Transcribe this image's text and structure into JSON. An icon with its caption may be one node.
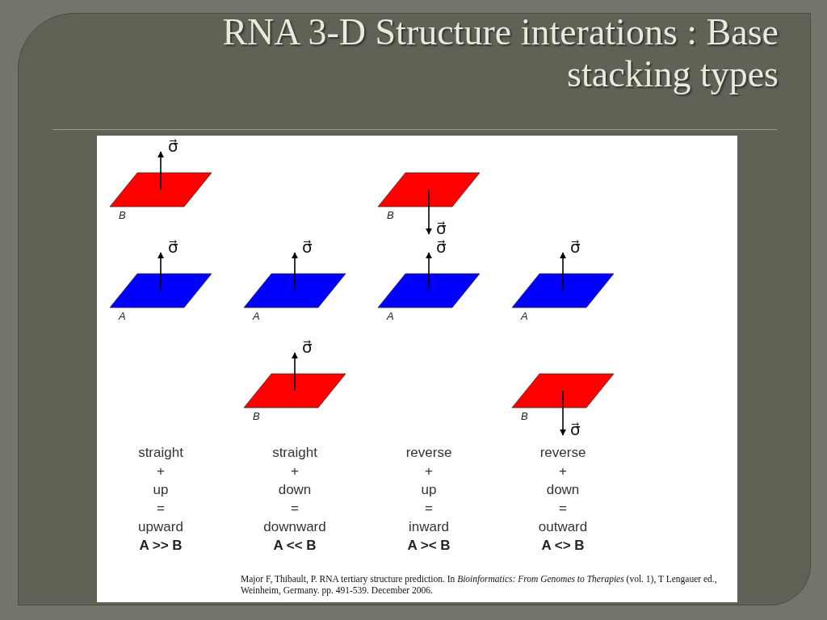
{
  "diagram": {
    "title": "RNA 3-D Structure interations : Base stacking types",
    "nodes": [
      {
        "text": [],
        "shape": "parallelogram",
        "beside": [
          "B"
        ]
      },
      {
        "text": [],
        "shape": "parallelogram",
        "beside": [
          "B"
        ]
      },
      {
        "text": [],
        "shape": "parallelogram",
        "beside": [
          "A"
        ]
      },
      {
        "text": [],
        "shape": "parallelogram",
        "beside": [
          "A"
        ]
      },
      {
        "text": [],
        "shape": "parallelogram",
        "beside": [
          "A"
        ]
      },
      {
        "text": [],
        "shape": "parallelogram",
        "beside": [
          "A"
        ]
      },
      {
        "text": [],
        "shape": "parallelogram",
        "beside": [
          "B"
        ]
      },
      {
        "text": [],
        "shape": "parallelogram",
        "beside": [
          "B"
        ]
      }
    ],
    "labels": [
      "σ⃗",
      "σ⃗",
      "σ⃗",
      "σ⃗",
      "σ⃗",
      "σ⃗",
      "σ⃗",
      "σ⃗",
      "straight + up = upward",
      "A >> B",
      "straight + down = downward",
      "A << B",
      "reverse + up = inward",
      "A >< B",
      "reverse + down = outward",
      "A <> B",
      "Major F, Thibault, P. RNA tertiary structure prediction. In *Bioinformatics: From Genomes to Therapies* (vol. 1), T Lengauer ed., Weinheim, Germany. pp. 491-539. December 2006."
    ]
  }
}
